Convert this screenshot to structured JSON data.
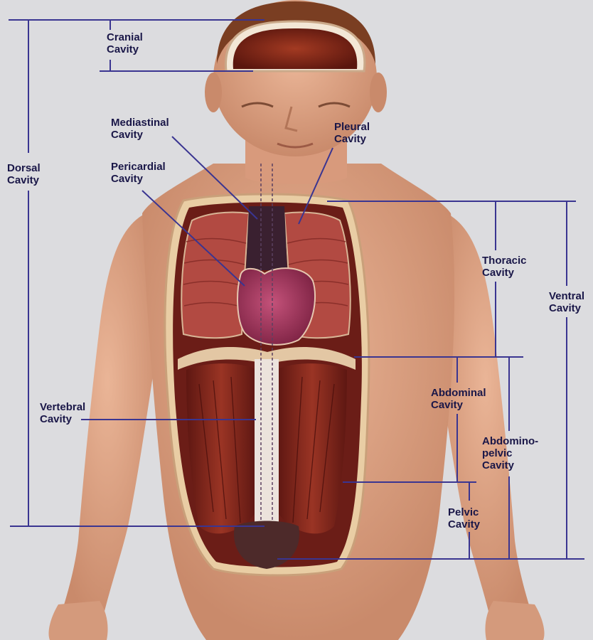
{
  "colors": {
    "background": "#dcdcdf",
    "leader_line": "#3a3591",
    "label_text": "#1a1748",
    "skin": "#e2a88a",
    "muscle": "#8c2a22",
    "heart": "#a8375e",
    "lung": "#b24a42"
  },
  "labels": {
    "cranial": {
      "line1": "Cranial",
      "line2": "Cavity"
    },
    "mediastinal": {
      "line1": "Mediastinal",
      "line2": "Cavity"
    },
    "pleural": {
      "line1": "Pleural",
      "line2": "Cavity"
    },
    "pericardial": {
      "line1": "Pericardial",
      "line2": "Cavity"
    },
    "dorsal": {
      "line1": "Dorsal",
      "line2": "Cavity"
    },
    "thoracic": {
      "line1": "Thoracic",
      "line2": "Cavity"
    },
    "ventral": {
      "line1": "Ventral",
      "line2": "Cavity"
    },
    "abdominal": {
      "line1": "Abdominal",
      "line2": "Cavity"
    },
    "vertebral": {
      "line1": "Vertebral",
      "line2": "Cavity"
    },
    "abdominopelvic": {
      "line1": "Abdomino-",
      "line2": "pelvic",
      "line3": "Cavity"
    },
    "pelvic": {
      "line1": "Pelvic",
      "line2": "Cavity"
    }
  }
}
